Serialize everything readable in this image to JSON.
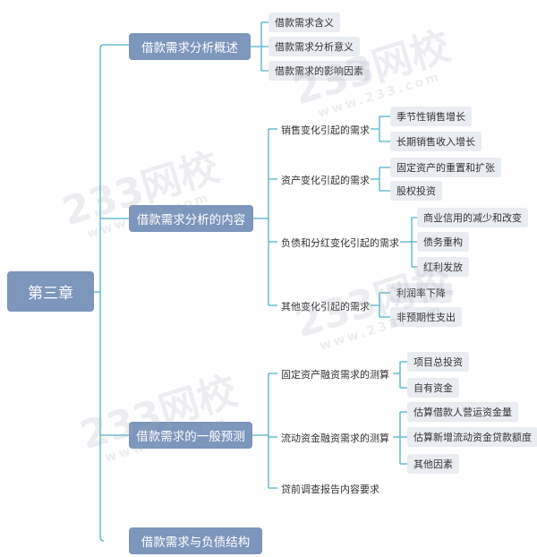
{
  "mindmap": {
    "root": "第三章",
    "branches": [
      {
        "label": "借款需求分析概述",
        "children": [
          {
            "label": "借款需求含义"
          },
          {
            "label": "借款需求分析意义"
          },
          {
            "label": "借款需求的影响因素"
          }
        ]
      },
      {
        "label": "借款需求分析的内容",
        "children": [
          {
            "label": "销售变化引起的需求",
            "children": [
              "季节性销售增长",
              "长期销售收入增长"
            ]
          },
          {
            "label": "资产变化引起的需求",
            "children": [
              "固定资产的重置和扩张",
              "股权投资"
            ]
          },
          {
            "label": "负债和分红变化引起的需求",
            "children": [
              "商业信用的减少和改变",
              "债务重构",
              "红利发放"
            ]
          },
          {
            "label": "其他变化引起的需求",
            "children": [
              "利润率下降",
              "非预期性支出"
            ]
          }
        ]
      },
      {
        "label": "借款需求的一般预测",
        "children": [
          {
            "label": "固定资产融资需求的测算",
            "children": [
              "项目总投资",
              "自有资金"
            ]
          },
          {
            "label": "流动资金融资需求的测算",
            "children": [
              "估算借款人营运资金量",
              "估算新增流动资金贷款额度",
              "其他因素"
            ]
          },
          {
            "label": "贷前调查报告内容要求"
          }
        ]
      },
      {
        "label": "借款需求与负债结构",
        "children": []
      }
    ]
  },
  "watermark": {
    "brand": "233网校",
    "domain": "www.233.com"
  },
  "colors": {
    "main_node": "#7c96bc",
    "leaf_node": "#e9ecf1",
    "connector": "#4fb0c6",
    "text_dark": "#333333",
    "text_light": "#ffffff"
  }
}
